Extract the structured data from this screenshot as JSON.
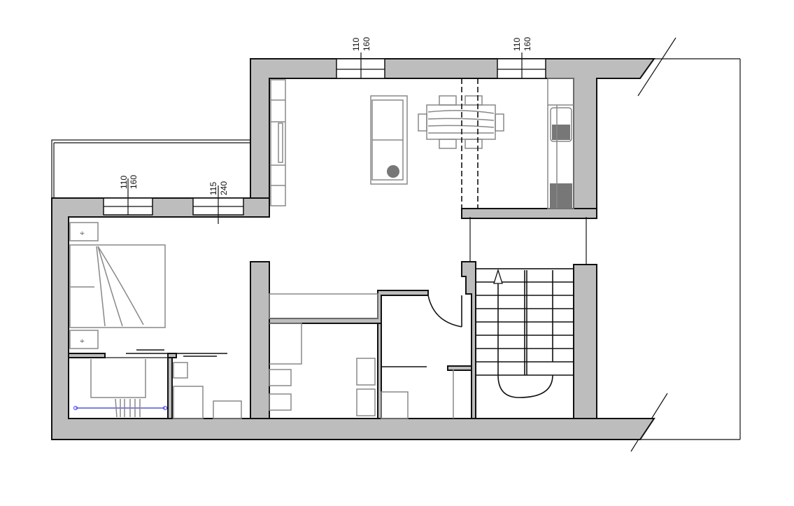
{
  "plan": {
    "windows": [
      {
        "id": "bedroom-left",
        "height": "110",
        "width": "160"
      },
      {
        "id": "bedroom-door",
        "height": "115",
        "width": "240"
      },
      {
        "id": "living",
        "height": "110",
        "width": "160"
      },
      {
        "id": "kitchen",
        "height": "110",
        "width": "160"
      }
    ]
  },
  "colors": {
    "wall": "#bdbdbd",
    "line": "#111111",
    "furniture": "#888888"
  }
}
